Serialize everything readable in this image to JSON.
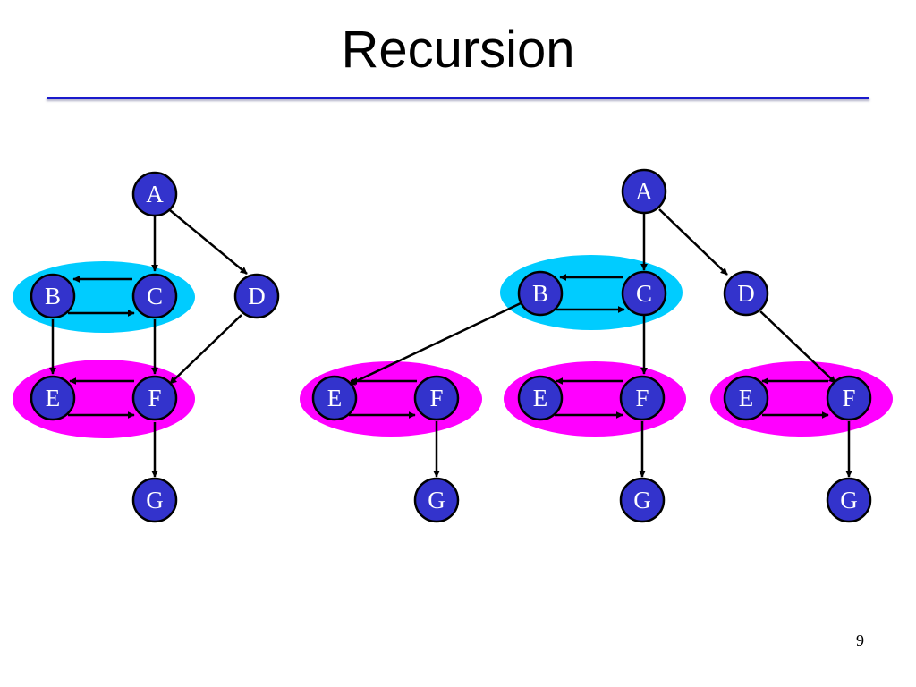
{
  "title": "Recursion",
  "page_number": "9",
  "colors": {
    "node_fill": "#3333cc",
    "node_stroke": "#000000",
    "scc_cyan": "#00ccff",
    "scc_magenta": "#ff00ff",
    "edge": "#000000",
    "title_rule": "#1a1acc"
  },
  "left_graph": {
    "nodes": {
      "A": "A",
      "B": "B",
      "C": "C",
      "D": "D",
      "E": "E",
      "F": "F",
      "G": "G"
    },
    "edges": [
      [
        "A",
        "C"
      ],
      [
        "A",
        "D"
      ],
      [
        "C",
        "B"
      ],
      [
        "B",
        "C"
      ],
      [
        "B",
        "E"
      ],
      [
        "C",
        "F"
      ],
      [
        "D",
        "F"
      ],
      [
        "F",
        "E"
      ],
      [
        "E",
        "F"
      ],
      [
        "F",
        "G"
      ]
    ],
    "components": [
      [
        "B",
        "C"
      ],
      [
        "E",
        "F"
      ]
    ]
  },
  "right_graph": {
    "nodes": {
      "A": "A",
      "B": "B",
      "C": "C",
      "D": "D",
      "E1": "E",
      "F1": "F",
      "G1": "G",
      "E2": "E",
      "F2": "F",
      "G2": "G",
      "E3": "E",
      "F3": "F",
      "G3": "G"
    },
    "edges": [
      [
        "A",
        "C"
      ],
      [
        "A",
        "D"
      ],
      [
        "C",
        "B"
      ],
      [
        "B",
        "C"
      ],
      [
        "B",
        "E1"
      ],
      [
        "C",
        "F2"
      ],
      [
        "D",
        "F3"
      ],
      [
        "F1",
        "E1"
      ],
      [
        "E1",
        "F1"
      ],
      [
        "F1",
        "G1"
      ],
      [
        "F2",
        "E2"
      ],
      [
        "E2",
        "F2"
      ],
      [
        "F2",
        "G2"
      ],
      [
        "F3",
        "E3"
      ],
      [
        "E3",
        "F3"
      ],
      [
        "F3",
        "G3"
      ]
    ],
    "components": [
      [
        "B",
        "C"
      ],
      [
        "E1",
        "F1"
      ],
      [
        "E2",
        "F2"
      ],
      [
        "E3",
        "F3"
      ]
    ]
  }
}
